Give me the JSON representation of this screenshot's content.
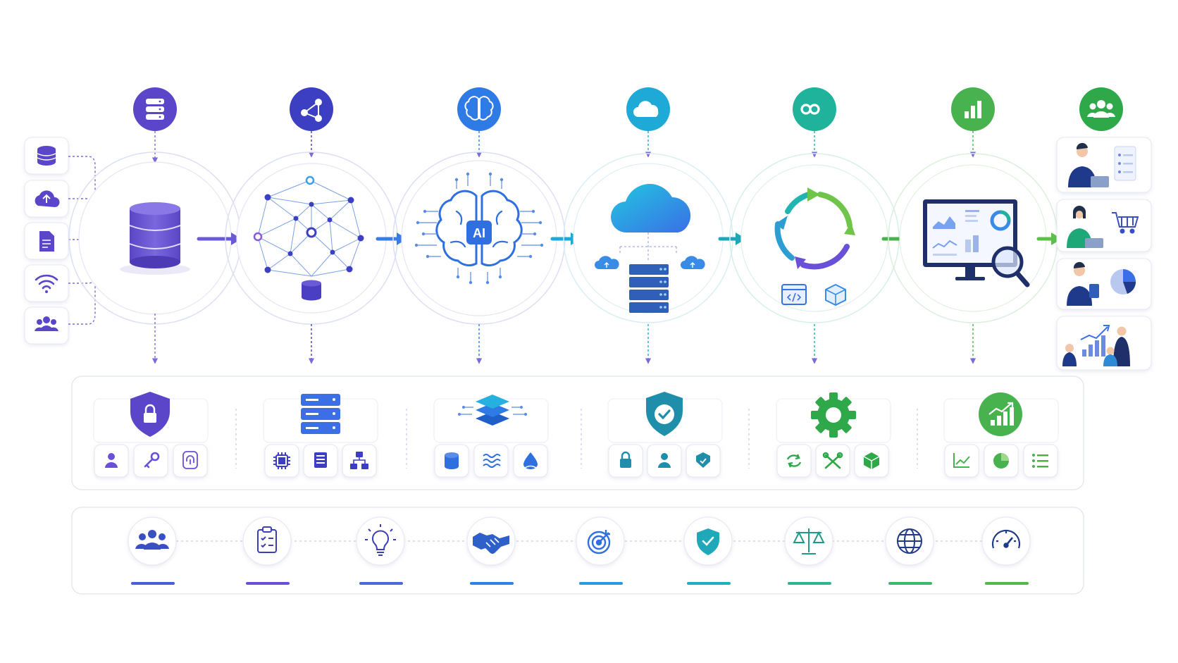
{
  "diagram": {
    "colors": {
      "stage1": "#5b45c9",
      "stage2": "#3d3fc2",
      "stage3": "#2f7be6",
      "stage4": "#1fa9d6",
      "stage5": "#1eb39a",
      "stage6": "#48b24f",
      "stage7": "#2fa84a",
      "ring": "#dcdff3",
      "card_border": "#e7e9f3",
      "panel_border": "#e1e4f0"
    },
    "sources": [
      "database-icon",
      "cloud-upload-icon",
      "document-icon",
      "wifi-icon",
      "users-icon"
    ],
    "stages": [
      {
        "id": "data",
        "icon": "database-icon",
        "illustration": "database-cylinder"
      },
      {
        "id": "network",
        "icon": "network-nodes-icon",
        "illustration": "network-graph"
      },
      {
        "id": "ai",
        "icon": "brain-icon",
        "illustration": "ai-brain",
        "label": "AI"
      },
      {
        "id": "cloud",
        "icon": "cloud-icon",
        "illustration": "cloud-servers"
      },
      {
        "id": "cycle",
        "icon": "infinity-icon",
        "illustration": "continuous-cycle"
      },
      {
        "id": "analytics",
        "icon": "bar-chart-icon",
        "illustration": "monitor-dashboard"
      },
      {
        "id": "users",
        "icon": "users-icon",
        "illustration": "people-outcomes"
      }
    ],
    "outcomes": [
      "person-laptop",
      "person-shopping-cart",
      "person-tablet-pie-chart",
      "team-growth-chart"
    ],
    "capabilities": [
      {
        "main": "shield-lock-icon",
        "subs": [
          "user-icon",
          "key-icon",
          "fingerprint-icon"
        ]
      },
      {
        "main": "server-icon",
        "subs": [
          "chip-icon",
          "server-small-icon",
          "hierarchy-icon"
        ]
      },
      {
        "main": "layers-icon",
        "subs": [
          "database-small-icon",
          "waves-icon",
          "droplet-icon"
        ]
      },
      {
        "main": "shield-check-icon",
        "subs": [
          "lock-icon",
          "user-icon",
          "badge-icon"
        ]
      },
      {
        "main": "gear-icon",
        "subs": [
          "refresh-icon",
          "tools-icon",
          "cube-icon"
        ]
      },
      {
        "main": "growth-chart-icon",
        "subs": [
          "line-chart-icon",
          "pie-chart-icon",
          "list-icon"
        ]
      }
    ],
    "values": [
      "team-icon",
      "clipboard-icon",
      "lightbulb-icon",
      "handshake-icon",
      "target-icon",
      "shield-check-icon",
      "scales-icon",
      "globe-icon",
      "gauge-icon"
    ],
    "value_bar_colors": [
      "#4a5fd8",
      "#6a4fd8",
      "#4a6ad8",
      "#2f82e6",
      "#2a9ae0",
      "#1fb0c0",
      "#2eb694",
      "#3cb870",
      "#55b84a"
    ]
  }
}
